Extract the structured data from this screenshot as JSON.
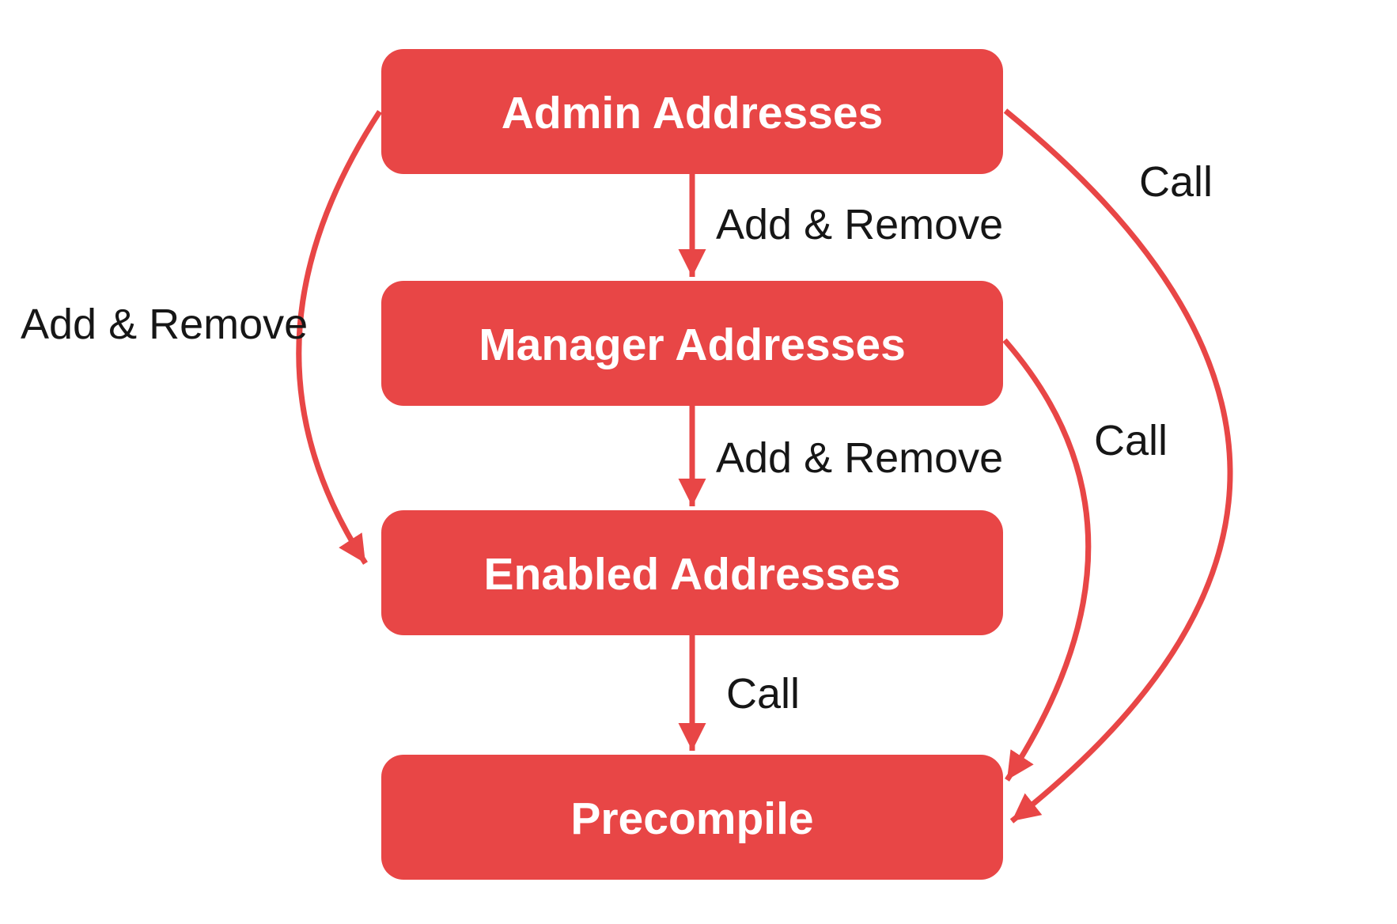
{
  "diagram": {
    "colors": {
      "node_fill": "#e84646",
      "edge": "#e84646",
      "node_text": "#ffffff",
      "label_text": "#161616",
      "background": "#ffffff"
    },
    "nodes": [
      {
        "id": "admin",
        "label": "Admin Addresses"
      },
      {
        "id": "manager",
        "label": "Manager Addresses"
      },
      {
        "id": "enabled",
        "label": "Enabled Addresses"
      },
      {
        "id": "precompile",
        "label": "Precompile"
      }
    ],
    "edges": [
      {
        "from": "Admin Addresses",
        "to": "Manager Addresses",
        "label": "Add & Remove",
        "shape": "straight-down"
      },
      {
        "from": "Manager Addresses",
        "to": "Enabled Addresses",
        "label": "Add & Remove",
        "shape": "straight-down"
      },
      {
        "from": "Enabled Addresses",
        "to": "Precompile",
        "label": "Call",
        "shape": "straight-down"
      },
      {
        "from": "Admin Addresses",
        "to": "Enabled Addresses",
        "label": "Add & Remove",
        "shape": "curved-left"
      },
      {
        "from": "Manager Addresses",
        "to": "Precompile",
        "label": "Call",
        "shape": "curved-right-inner"
      },
      {
        "from": "Admin Addresses",
        "to": "Precompile",
        "label": "Call",
        "shape": "curved-right-outer"
      }
    ]
  }
}
